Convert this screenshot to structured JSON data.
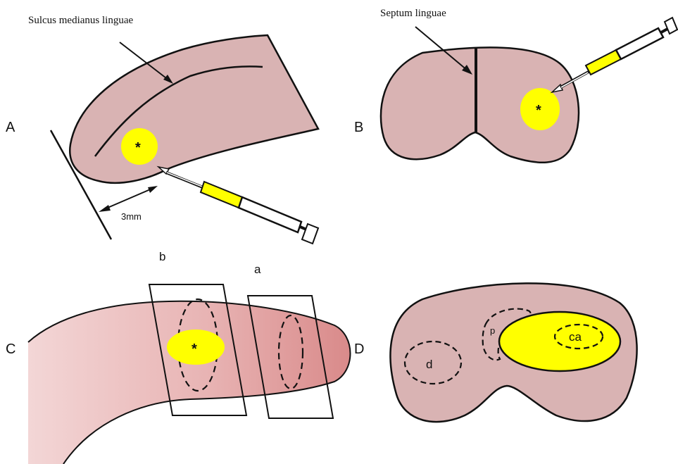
{
  "colors": {
    "tissue": "#d9b3b3",
    "tissue_c_light": "#f2d3d3",
    "tissue_c_dark": "#dc8f8f",
    "injection": "#ffff00",
    "outline": "#111111"
  },
  "labels": {
    "sulcus": "Sulcus medianus linguae",
    "septum": "Septum linguae",
    "distance": "3mm",
    "panel_a": "A",
    "panel_b": "B",
    "panel_c": "C",
    "panel_d": "D",
    "section_b": "b",
    "section_a": "a",
    "asterisk": "*",
    "region_p": "p",
    "region_ca": "ca",
    "region_d": "d"
  }
}
